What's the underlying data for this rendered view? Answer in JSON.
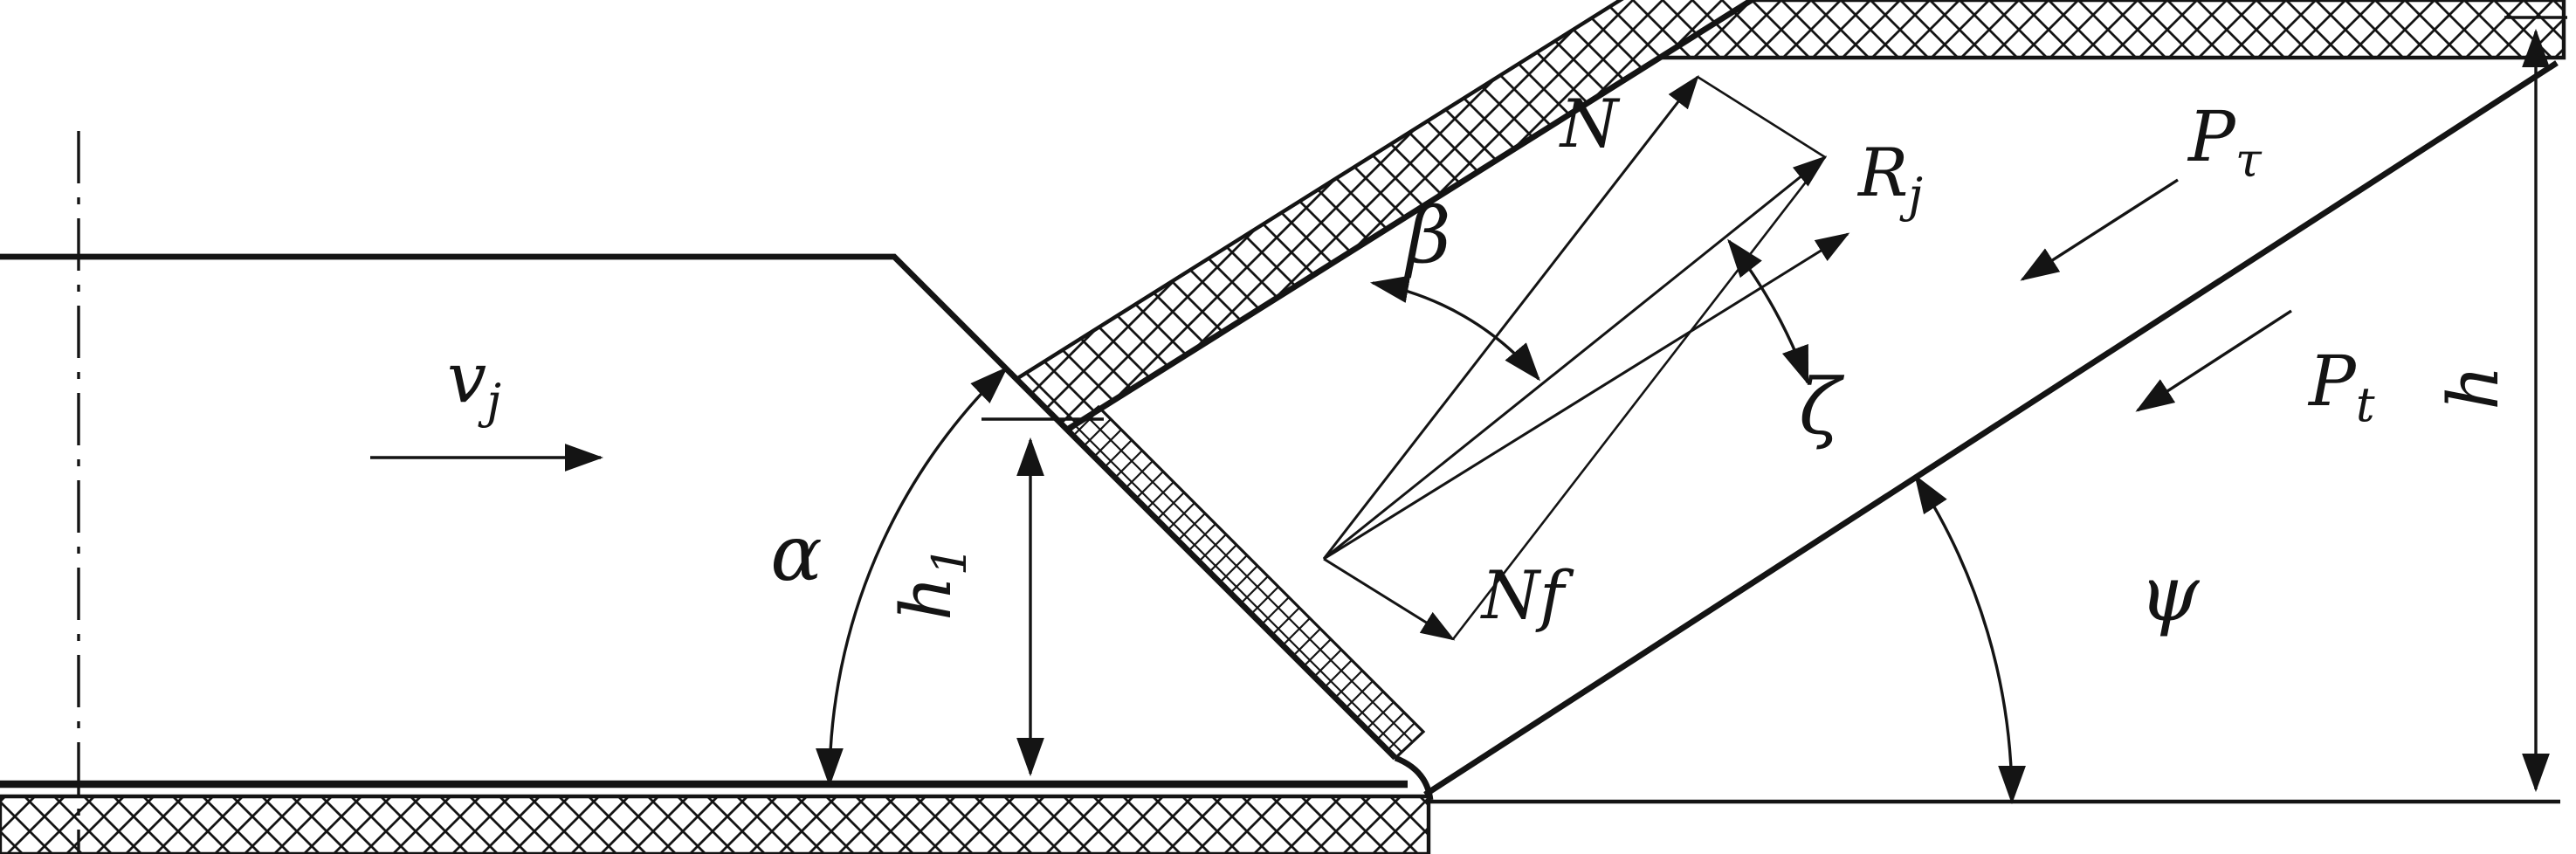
{
  "colors": {
    "ink": "#141414",
    "background": "#ffffff"
  },
  "labels": {
    "velocity": {
      "main": "v",
      "sub": "j"
    },
    "alpha": "α",
    "h1": {
      "main": "h",
      "sub": "1"
    },
    "beta": "β",
    "force_N": "N",
    "force_Rj": {
      "main": "R",
      "sub": "j"
    },
    "zeta": "ζ",
    "force_Nf": "Nf",
    "force_P_tau": {
      "main": "P",
      "sub": "τ"
    },
    "force_P_t": {
      "main": "P",
      "sub": "t"
    },
    "psi": "ψ",
    "height_h": "h"
  }
}
